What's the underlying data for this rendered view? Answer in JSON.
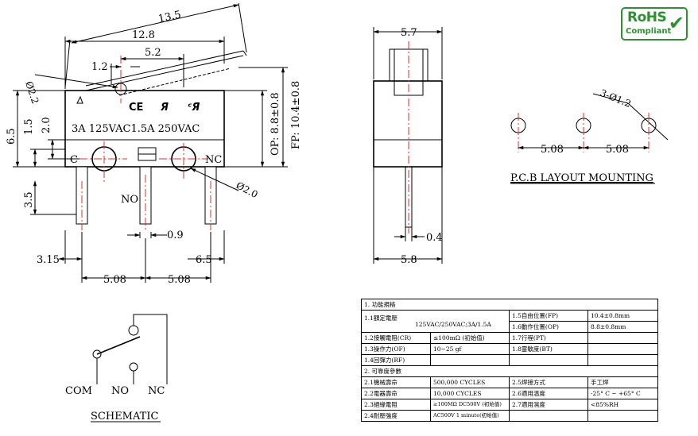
{
  "logo": {
    "line1": "RoHS",
    "line2": "Compliant",
    "color": "#2f8f32"
  },
  "front_view": {
    "dim_overall_lever": "13.5",
    "dim_body_length": "12.8",
    "dim_hole_pitch": "5.2",
    "dim_lever_offset": "1.2",
    "dim_roller_dia": "Ø2.2",
    "dim_height": "6.5",
    "dim_hole_from_bottom": "1.5",
    "dim_hole_offset": "2.0",
    "dim_pin_length": "3.5",
    "dim_op": "OP: 8.8±0.8",
    "dim_fp": "FP: 10.4±0.8",
    "rating_line": "3A 125VAC1.5A 250VAC",
    "label_com": "C",
    "label_no": "NO",
    "label_nc": "NC",
    "dim_pin_width": "0.9",
    "dim_hole_dia": "Ø2.0",
    "dim_left_offset": "3.15",
    "dim_right_offset": "6.5",
    "dim_pitch_1": "5.08",
    "dim_pitch_2": "5.08"
  },
  "side_view": {
    "dim_width": "5.7",
    "dim_pin": "0.4",
    "dim_base": "5.8"
  },
  "pcb_layout": {
    "dim_holes": "3-Ø1.2",
    "pitch_1": "5.08",
    "pitch_2": "5.08",
    "caption": "P.C.B LAYOUT MOUNTING"
  },
  "schematic": {
    "com": "COM",
    "no": "NO",
    "nc": "NC",
    "caption": "SCHEMATIC"
  },
  "spec_table": {
    "sec1": "1. 功能規格",
    "r1_label": "1.1額定電壓",
    "r1_value": "125VAC/250VAC;3A/1.5A",
    "r1a_label": "1.5自由位置(FP)",
    "r1a_value": "10.4±0.8mm",
    "r1b_label": "1.6動作位置(OP)",
    "r1b_value": "8.8±0.8mm",
    "r2_label": "1.2接觸電阻(CR)",
    "r2_value": "≤100mΩ (初始值)",
    "r2b_label": "1.7行程(PT)",
    "r3_label": "1.3操作力(OF)",
    "r3_value": "10~25 gf",
    "r3b_label": "1.8靈敏度(BT)",
    "r4_label": "1.4回彈力(RF)",
    "sec2": "2. 可靠度參數",
    "s1_label": "2.1機械壽命",
    "s1_value": "500,000 CYCLES",
    "s1b_label": "2.5焊接方式",
    "s1b_value": "手工焊",
    "s2_label": "2.2電器壽命",
    "s2_value": "10,000 CYCLES",
    "s2b_label": "2.6適用溫度",
    "s2b_value": "-25° C ~ +65° C",
    "s3_label": "2.3絕緣電阻",
    "s3_value": "≥100MΩ DC500V (初始值)",
    "s3b_label": "2.7適用濕度",
    "s3b_value": "<85%RH",
    "s4_label": "2.4耐壓強度",
    "s4_value": "AC500V 1 minute(初始值)"
  }
}
